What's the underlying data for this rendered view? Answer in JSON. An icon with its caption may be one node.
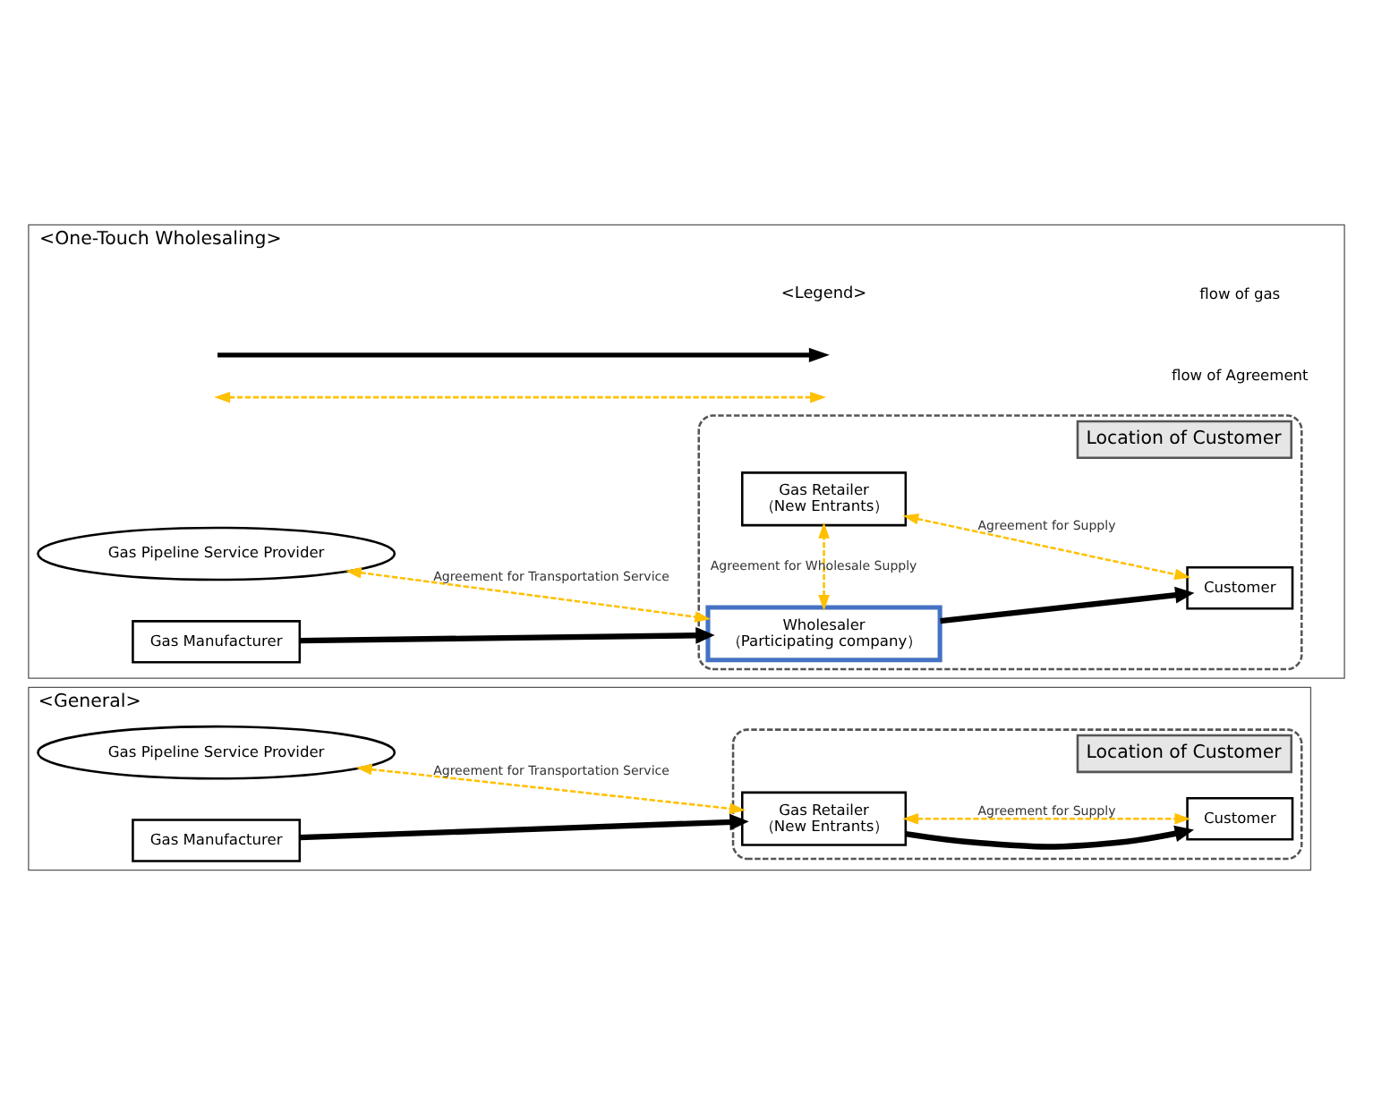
{
  "diagram": {
    "nodes": [
      {
        "text": [
          "<General>"
        ]
      },
      {
        "text": [
          "Gas Pipeline Service Provider"
        ],
        "in": 0
      },
      {
        "text": [
          "Gas Manufacturer"
        ],
        "in": 0
      },
      {
        "text": [
          "Location of Customer"
        ],
        "in": 0
      },
      {
        "text": [
          "Gas Retailer",
          "（New Entrants）"
        ],
        "in": 3
      },
      {
        "text": [
          "Customer"
        ],
        "in": 3
      },
      {
        "text": [
          "<One-Touch Wholesaling>"
        ]
      },
      {
        "text": [
          "Gas Pipeline Service Provider"
        ],
        "in": 6
      },
      {
        "text": [
          "Gas Manufacturer"
        ],
        "in": 6
      },
      {
        "text": [
          "Location of Customer"
        ],
        "in": 6
      },
      {
        "text": [
          "Wholesaler",
          "（Participating company）"
        ],
        "in": 9
      },
      {
        "text": [
          "Customer"
        ],
        "in": 9
      },
      {
        "text": [
          "Gas Retailer",
          "（New Entrants）"
        ],
        "in": 9
      }
    ],
    "edges": [
      {
        "from": 1,
        "to": 4,
        "arrow": "both",
        "label": "Agreement for Transportation Service",
        "style": "dashed",
        "color": "#ffc000"
      },
      {
        "from": 2,
        "to": 4,
        "arrow": "to",
        "style": "thick",
        "color": "#000000"
      },
      {
        "from": 4,
        "to": 5,
        "arrow": "to",
        "style": "thick",
        "color": "#000000"
      },
      {
        "from": 4,
        "to": 5,
        "arrow": "both",
        "label": "Agreement for Supply",
        "style": "dashed",
        "color": "#ffc000"
      },
      {
        "from": 7,
        "to": 10,
        "arrow": "both",
        "label": "Agreement for Transportation Service",
        "style": "dashed",
        "color": "#ffc000"
      },
      {
        "from": 8,
        "to": 10,
        "arrow": "to",
        "style": "thick",
        "color": "#000000"
      },
      {
        "from": 10,
        "to": 11,
        "arrow": "to",
        "style": "thick",
        "color": "#000000"
      },
      {
        "from": 10,
        "to": 12,
        "arrow": "both",
        "label": "Agreement for Wholesale Supply",
        "style": "dashed",
        "color": "#ffc000"
      },
      {
        "from": 12,
        "to": 11,
        "arrow": "both",
        "label": "Agreement for Supply",
        "style": "dashed",
        "color": "#ffc000"
      }
    ],
    "labels": [
      "<Legend>"
    ],
    "legend": [
      {
        "text": "flow of gas"
      },
      {
        "text": "flow of Agreement"
      }
    ]
  }
}
